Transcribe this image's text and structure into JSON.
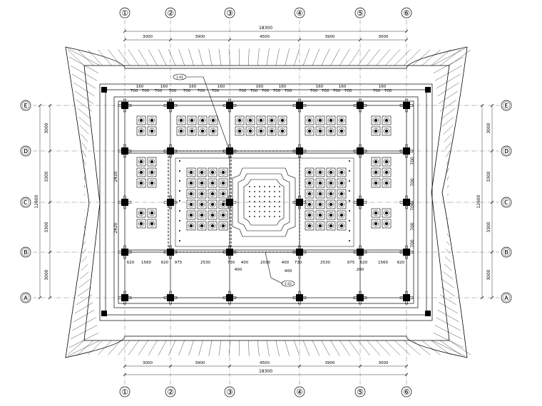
{
  "axes": {
    "columns": [
      "①",
      "②",
      "③",
      "④",
      "⑤",
      "⑥"
    ],
    "rows": [
      "Ⓔ",
      "Ⓓ",
      "Ⓒ",
      "Ⓑ",
      "Ⓐ"
    ]
  },
  "dimensions": {
    "total_width": "18300",
    "bays_x": [
      "3000",
      "3900",
      "4500",
      "3900",
      "3000"
    ],
    "total_depth": "12600",
    "bays_y": [
      "3000",
      "3300",
      "3300",
      "3000"
    ],
    "inner_span_labels": [
      "2420",
      "2420"
    ],
    "spacing_top": [
      "160",
      "700"
    ],
    "bottom_chain": [
      "620",
      "1560",
      "620",
      "975",
      "2530",
      "730",
      "400",
      "2030",
      "400",
      "730",
      "2530",
      "975",
      "620",
      "1560",
      "620"
    ],
    "sub_labels": [
      "400",
      "400",
      "200"
    ],
    "side_small": [
      "700",
      "700",
      "700",
      "700",
      "700"
    ]
  },
  "callouts": [
    "1-01",
    "1-02"
  ],
  "colors": {
    "ink": "#000000",
    "paper": "#ffffff",
    "grid": "#555555"
  }
}
